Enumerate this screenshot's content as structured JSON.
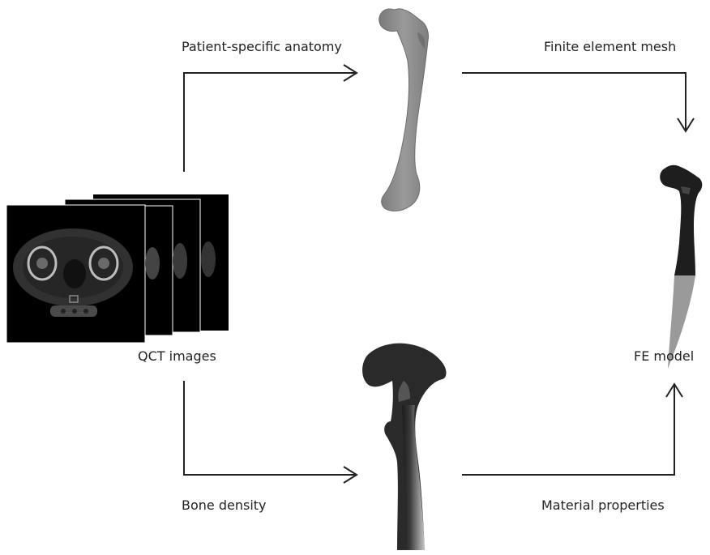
{
  "labels": {
    "patient_specific_anatomy": "Patient-specific anatomy",
    "finite_element_mesh": "Finite element mesh",
    "qct_images": "QCT images",
    "fe_model": "FE model",
    "bone_density": "Bone density",
    "material_properties": "Material properties"
  },
  "colors": {
    "arrow": "#222222",
    "bone_surface": "#8e8e8e",
    "density_bone": "#2b2b2b",
    "fe_mesh_dark": "#1e1e1e",
    "fe_mesh_gray": "#9a9a9a",
    "ct_slice": "#000000"
  }
}
